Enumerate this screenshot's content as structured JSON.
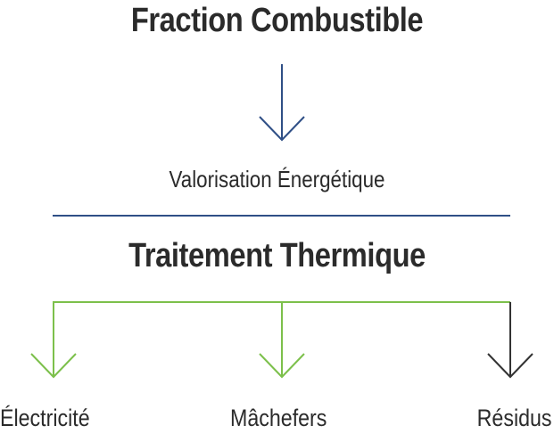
{
  "diagram": {
    "title": "Fraction Combustible",
    "subtitle": "Valorisation Énergétique",
    "section_title": "Traitement Thermique",
    "outputs": [
      "Électricité",
      "Mâchefers",
      "Résidus"
    ]
  },
  "colors": {
    "text": "#2b2b2b",
    "blue_line": "#2f4f86",
    "green_line": "#7cc04b",
    "dark_arrow": "#333333"
  }
}
